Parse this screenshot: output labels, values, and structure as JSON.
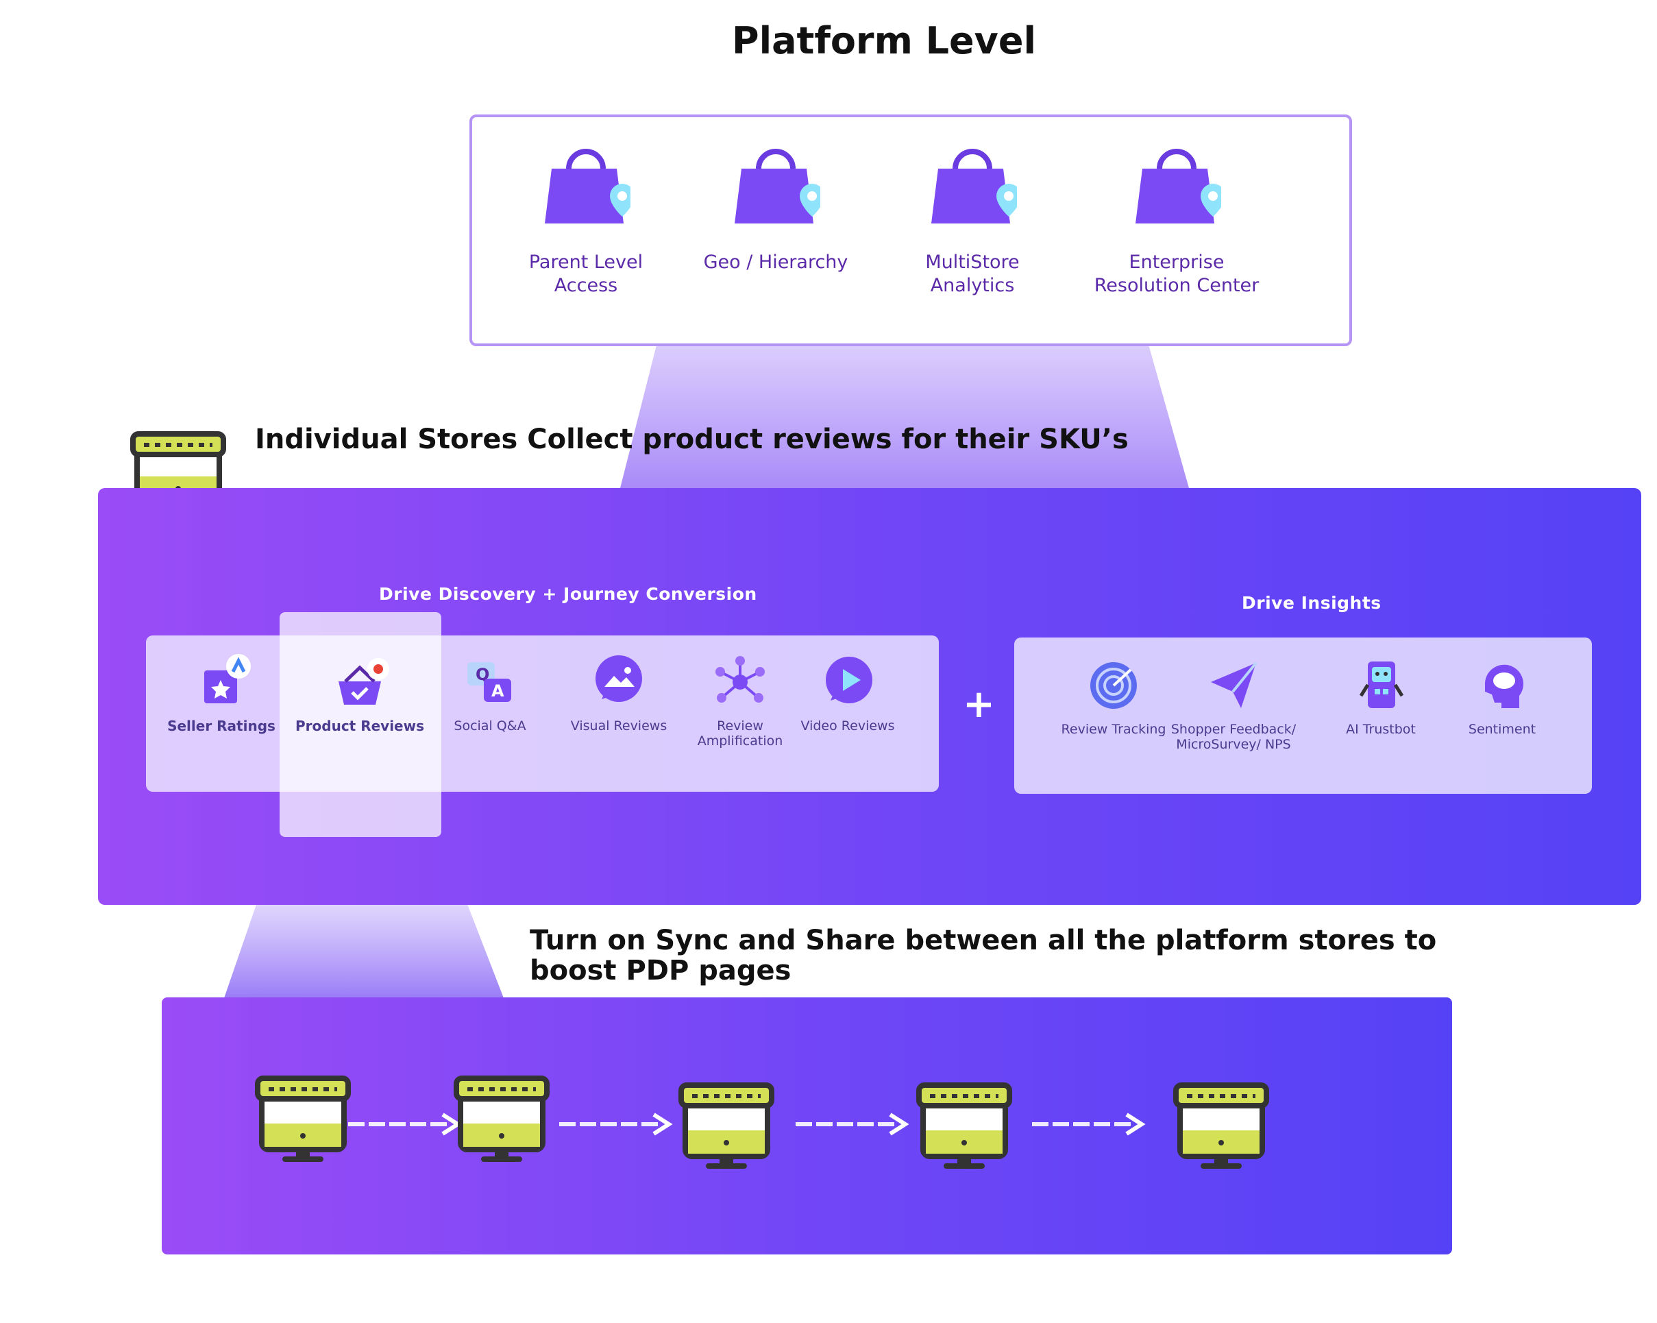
{
  "title": "Platform Level",
  "platform": {
    "items": [
      {
        "label": "Parent Level Access"
      },
      {
        "label": "Geo / Hierarchy"
      },
      {
        "label": "MultiStore Analytics"
      },
      {
        "label": "Enterprise Resolution Center"
      }
    ],
    "icon": "shopping-bag-location-icon"
  },
  "stores_heading": "Individual Stores Collect product reviews for their SKU’s",
  "discovery": {
    "label": "Drive Discovery + Journey Conversion",
    "items": [
      {
        "label": "Seller Ratings",
        "icon": "seller-ratings-icon"
      },
      {
        "label": "Product Reviews",
        "icon": "basket-icon"
      },
      {
        "label": "Social Q&A",
        "icon": "qa-bubbles-icon"
      },
      {
        "label": "Visual Reviews",
        "icon": "image-bubble-icon"
      },
      {
        "label": "Review Amplification",
        "icon": "network-icon"
      },
      {
        "label": "Video Reviews",
        "icon": "play-bubble-icon"
      }
    ]
  },
  "plus": "+",
  "insights": {
    "label": "Drive Insights",
    "items": [
      {
        "label": "Review Tracking",
        "icon": "radar-icon"
      },
      {
        "label": "Shopper Feedback/ MicroSurvey/ NPS",
        "icon": "paper-plane-icon"
      },
      {
        "label": "AI Trustbot",
        "icon": "robot-icon"
      },
      {
        "label": "Sentiment",
        "icon": "head-bubble-icon"
      }
    ]
  },
  "sync_heading": "Turn on Sync and Share between all the platform stores to boost PDP pages",
  "colors": {
    "accent_purple": "#7b46f6",
    "store_yellow": "#d4e157",
    "label_purple": "#5b2aa8"
  }
}
